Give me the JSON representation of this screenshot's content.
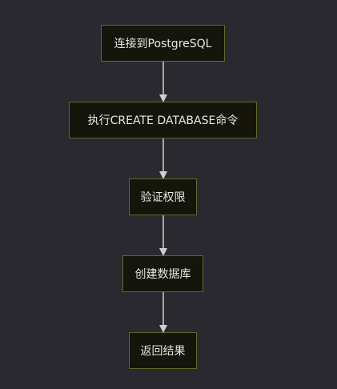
{
  "diagram": {
    "nodes": [
      {
        "id": "connect",
        "label": "连接到PostgreSQL"
      },
      {
        "id": "create",
        "label": "执行CREATE DATABASE命令"
      },
      {
        "id": "verify",
        "label": "验证权限"
      },
      {
        "id": "build",
        "label": "创建数据库"
      },
      {
        "id": "result",
        "label": "返回结果"
      }
    ],
    "edges": [
      {
        "from": "connect",
        "to": "create"
      },
      {
        "from": "create",
        "to": "verify"
      },
      {
        "from": "verify",
        "to": "build"
      },
      {
        "from": "build",
        "to": "result"
      }
    ],
    "colors": {
      "background": "#2a2930",
      "node_fill": "#15150b",
      "node_border": "#5b6b2a",
      "node_text": "#e6e6e6",
      "edge": "#cfcfcf"
    }
  }
}
